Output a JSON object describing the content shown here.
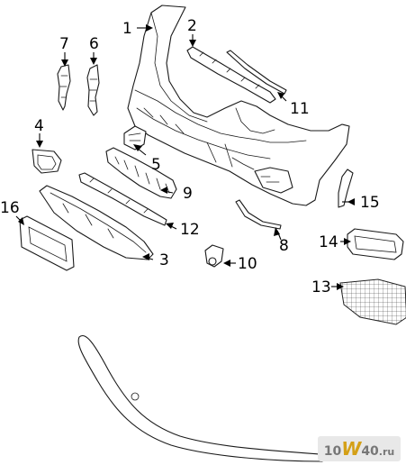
{
  "callouts": [
    "1",
    "2",
    "3",
    "4",
    "5",
    "6",
    "7",
    "8",
    "9",
    "10",
    "11",
    "12",
    "13",
    "14",
    "15",
    "16"
  ],
  "watermark": {
    "number": "10",
    "letter": "W",
    "suffix": "40",
    "tld": ".ru"
  },
  "colors": {
    "line": "#1a1a1a",
    "background": "#ffffff",
    "watermark_accent": "#d4a017",
    "watermark_text": "#777777"
  }
}
